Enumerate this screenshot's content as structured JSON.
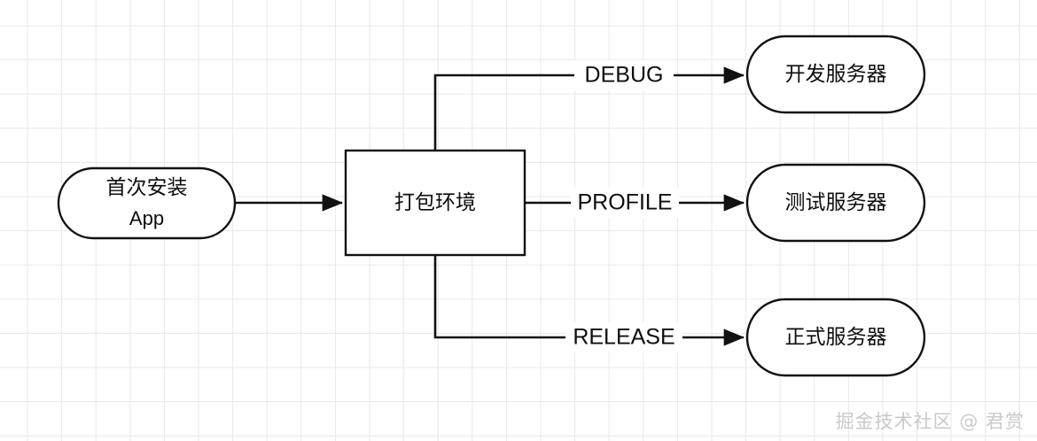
{
  "diagram": {
    "type": "flowchart",
    "direction": "left-to-right",
    "background": "#ffffff",
    "grid_color": "#e8e8e8",
    "stroke_color": "#111111",
    "nodes": [
      {
        "id": "install",
        "shape": "stadium",
        "label_line1": "首次安装",
        "label_line2": "App"
      },
      {
        "id": "build-env",
        "shape": "rectangle",
        "label": "打包环境"
      },
      {
        "id": "dev-server",
        "shape": "stadium",
        "label": "开发服务器"
      },
      {
        "id": "test-server",
        "shape": "stadium",
        "label": "测试服务器"
      },
      {
        "id": "prod-server",
        "shape": "stadium",
        "label": "正式服务器"
      }
    ],
    "edges": [
      {
        "id": "e1",
        "from": "install",
        "to": "build-env",
        "label": ""
      },
      {
        "id": "e2",
        "from": "build-env",
        "to": "dev-server",
        "label": "DEBUG"
      },
      {
        "id": "e3",
        "from": "build-env",
        "to": "test-server",
        "label": "PROFILE"
      },
      {
        "id": "e4",
        "from": "build-env",
        "to": "prod-server",
        "label": "RELEASE"
      }
    ]
  },
  "watermark": {
    "text": "掘金技术社区 @ 君赏",
    "color": "#c9c9c9"
  }
}
